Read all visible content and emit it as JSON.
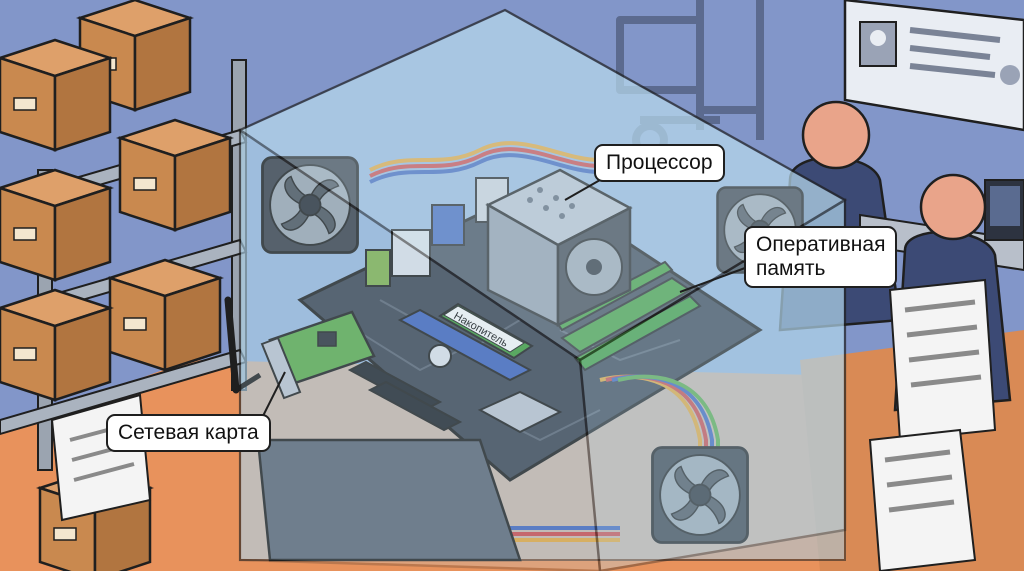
{
  "diagram": {
    "labels": {
      "cpu": "Процессор",
      "ram": "Оперативная\nпамять",
      "storage": "Накопитель",
      "network_card": "Сетевая карта"
    },
    "colors": {
      "wall": "#7f93c6",
      "floor": "#e8925c",
      "case_glass": "#b9dcef",
      "motherboard": "#3b4350",
      "ram_pcb": "#3f9a3a",
      "network_pcb": "#5aa84a",
      "cardboard_box": "#c9894f",
      "person": "#e9a48a",
      "shirt": "#3c4a75",
      "callout_fill": "#ffffff",
      "outline": "#1f1f1f"
    },
    "icons": [
      "fan-icon",
      "cpu-cooler-icon",
      "antenna-icon",
      "forklift-icon",
      "document-icon"
    ]
  }
}
